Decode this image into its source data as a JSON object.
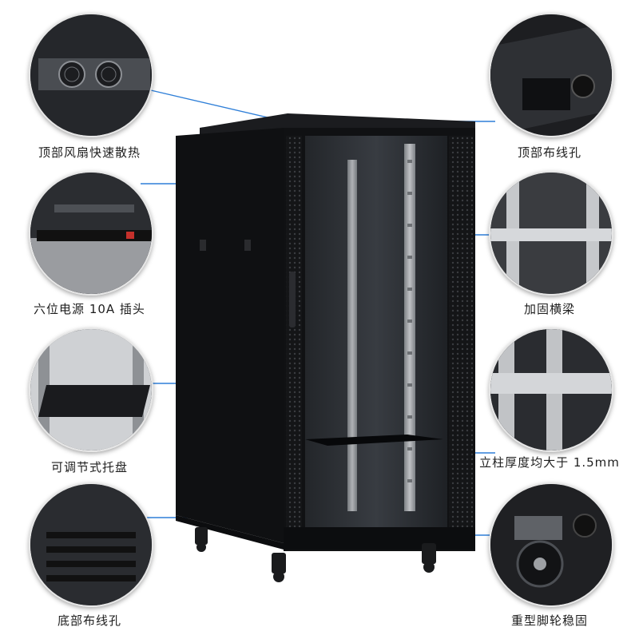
{
  "features": {
    "top_fan": "顶部风扇快速散热",
    "power_strip": "六位电源 10A 插头",
    "adjustable_shelf": "可调节式托盘",
    "bottom_cable_hole": "底部布线孔",
    "top_cable_hole": "顶部布线孔",
    "reinforced_beam": "加固横梁",
    "column_thickness": "立柱厚度均大于 1.5mm",
    "heavy_casters": "重型脚轮稳固"
  },
  "colors": {
    "cabinet_body": "#111214",
    "glass_tint": "#2a2d31",
    "accent_line": "#2f7fd8",
    "rail_silver": "#b9bcc0",
    "caption_text": "#1e1e1e"
  }
}
